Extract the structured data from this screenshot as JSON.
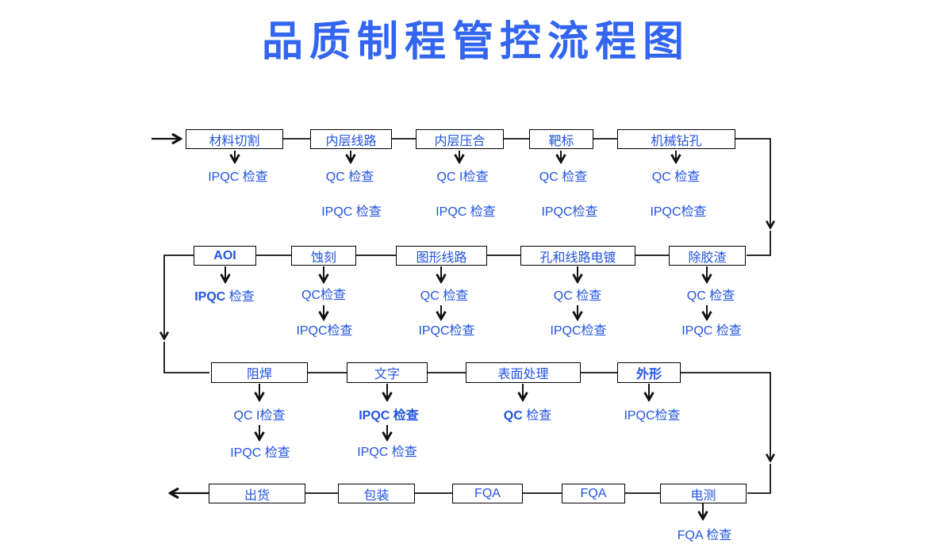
{
  "title": "品质制程管控流程图",
  "colors": {
    "title_blue": "#3265f0",
    "text_blue": "#2153e0",
    "line_black": "#111111",
    "box_border": "#000000",
    "background": "#ffffff"
  },
  "rows": {
    "r1": {
      "n1": {
        "label": "材料切割",
        "c1": {
          "b": "",
          "t": "IPQC 检查"
        }
      },
      "n2": {
        "label": "内层线路",
        "c1": {
          "b": "",
          "t": "QC 检查"
        },
        "c2": {
          "b": "",
          "t": "IPQC 检查"
        }
      },
      "n3": {
        "label": "内层压合",
        "c1": {
          "b": "",
          "t": "QC I检查"
        },
        "c2": {
          "b": "",
          "t": "IPQC 检查"
        }
      },
      "n4": {
        "label": "靶标",
        "c1": {
          "b": "",
          "t": "QC 检查"
        },
        "c2": {
          "b": "",
          "t": "IPQC检查"
        }
      },
      "n5": {
        "label": "机械钻孔",
        "c1": {
          "b": "",
          "t": "QC 检查"
        },
        "c2": {
          "b": "",
          "t": "IPQC检查"
        }
      }
    },
    "r2": {
      "n1": {
        "label": "AOI",
        "c1": {
          "b": "IPQC",
          "t": " 检查"
        }
      },
      "n2": {
        "label": "蚀刻",
        "c1": {
          "b": "",
          "t": "QC检查"
        },
        "c2": {
          "b": "",
          "t": "IPQC检查"
        }
      },
      "n3": {
        "label": "图形线路",
        "c1": {
          "b": "",
          "t": "QC 检查"
        },
        "c2": {
          "b": "",
          "t": "IPQC检查"
        }
      },
      "n4": {
        "label": "孔和线路电镀",
        "c1": {
          "b": "",
          "t": "QC 检查"
        },
        "c2": {
          "b": "",
          "t": "IPQC检查"
        }
      },
      "n5": {
        "label": "除胶渣",
        "c1": {
          "b": "",
          "t": "QC 检查"
        },
        "c2": {
          "b": "",
          "t": "IPQC 检查"
        }
      }
    },
    "r3": {
      "n1": {
        "label": "阻焊",
        "c1": {
          "b": "",
          "t": "QC I检查"
        },
        "c2": {
          "b": "",
          "t": "IPQC 检查"
        }
      },
      "n2": {
        "label": "文字",
        "c1": {
          "b": "IPQC 检查",
          "t": ""
        },
        "c2": {
          "b": "",
          "t": "IPQC 检查"
        }
      },
      "n3": {
        "label": "表面处理",
        "c1": {
          "b": "QC",
          "t": " 检查"
        }
      },
      "n4": {
        "label": "外形",
        "c1": {
          "b": "",
          "t": "IPQC检查"
        }
      }
    },
    "r4": {
      "n1": {
        "label": "出货"
      },
      "n2": {
        "label": "包装"
      },
      "n3": {
        "label": "FQA"
      },
      "n4": {
        "label": "FQA"
      },
      "n5": {
        "label": "电测",
        "c1": {
          "b": "",
          "t": "FQA 检查"
        }
      }
    }
  }
}
